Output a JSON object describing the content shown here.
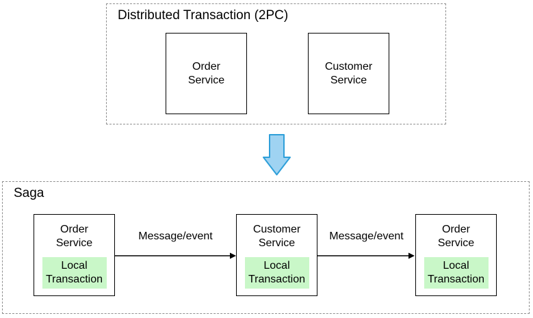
{
  "colors": {
    "background": "#ffffff",
    "text": "#000000",
    "box_border": "#000000",
    "group_border": "#8f8f8f",
    "green_fill": "#c9f7c8",
    "arrow_fill": "#9fd3f2",
    "arrow_stroke": "#2e9fd9",
    "edge_color": "#000000"
  },
  "two_pc_group": {
    "title": "Distributed Transaction (2PC)",
    "nodes": [
      {
        "label": "Order\nService"
      },
      {
        "label": "Customer\nService"
      }
    ]
  },
  "transition": {
    "icon": "down-arrow"
  },
  "saga_group": {
    "title": "Saga",
    "nodes": [
      {
        "label": "Order\nService",
        "local_tx_label": "Local\nTransaction"
      },
      {
        "label": "Customer\nService",
        "local_tx_label": "Local\nTransaction"
      },
      {
        "label": "Order\nService",
        "local_tx_label": "Local\nTransaction"
      }
    ],
    "edges": [
      {
        "label": "Message/event"
      },
      {
        "label": "Message/event"
      }
    ]
  }
}
